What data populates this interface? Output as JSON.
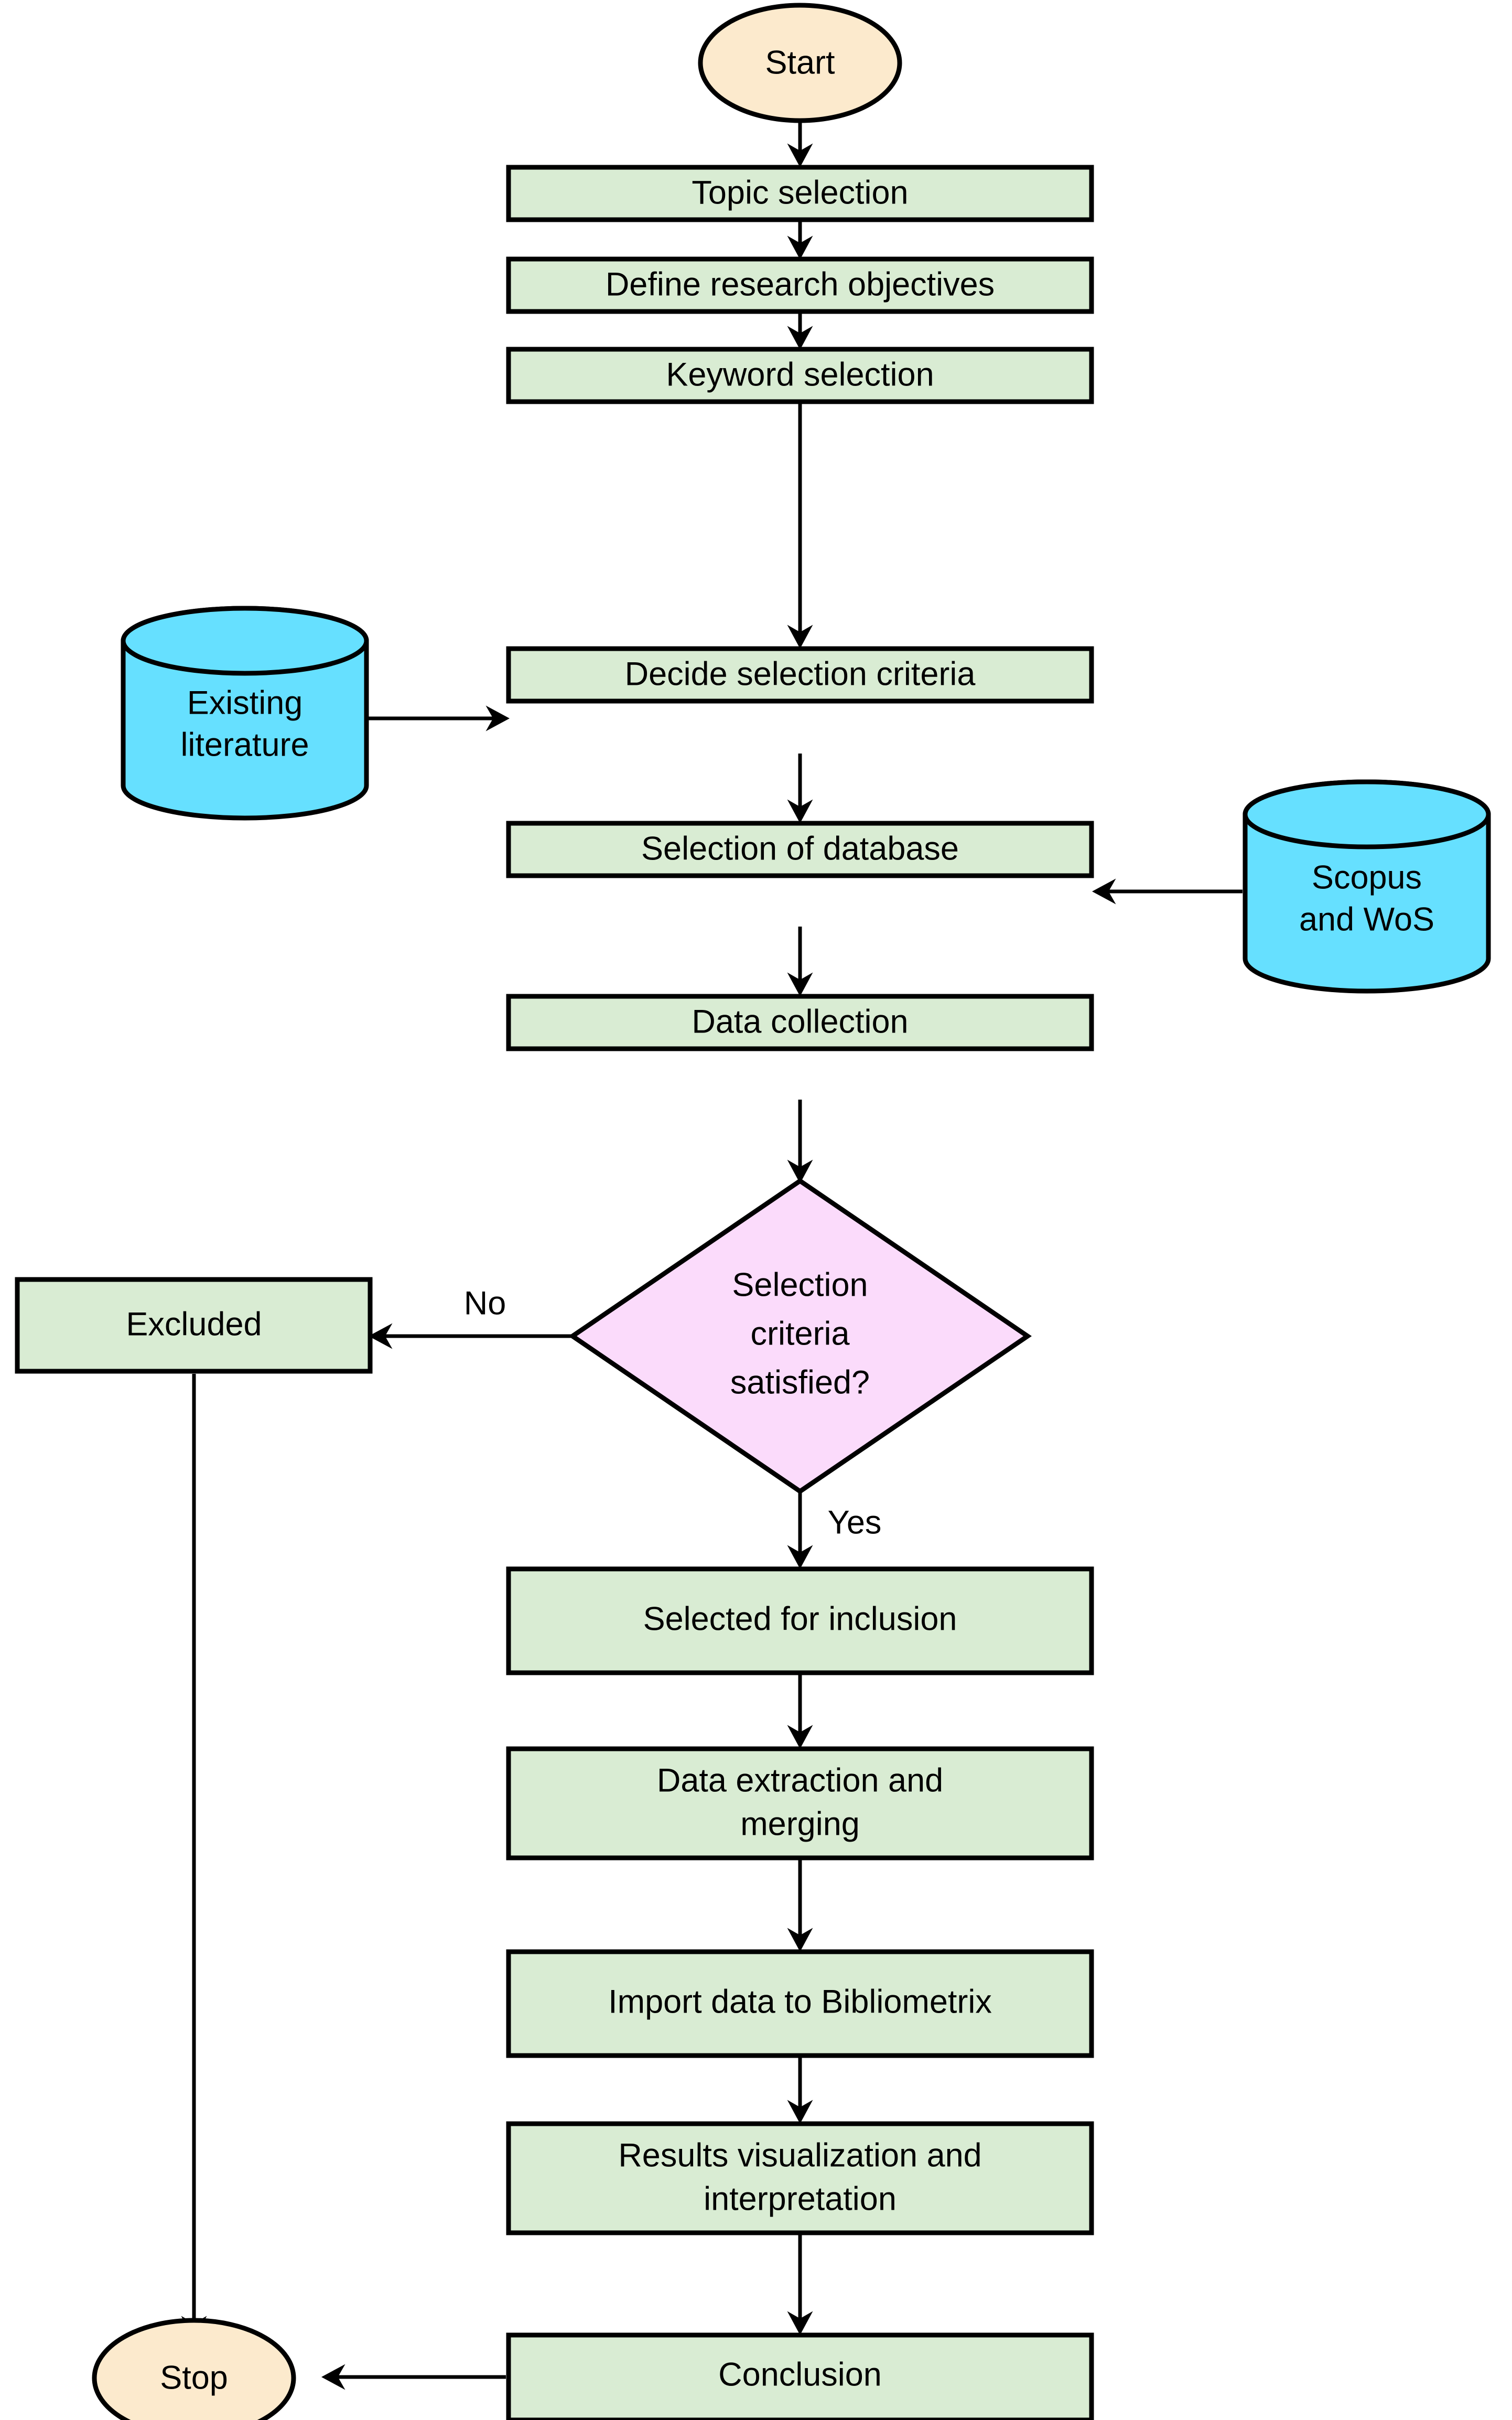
{
  "diagram": {
    "title": "Bibliometric research methodology flowchart",
    "palette": {
      "process_fill": "#d9ecd3",
      "terminator_fill": "#fceacd",
      "decision_fill": "#fbdbfb",
      "database_fill": "#66e0ff",
      "stroke": "#000000",
      "background": "#ffffff",
      "text": "#000000"
    },
    "nodes": [
      {
        "id": "start",
        "type": "terminator",
        "lines": [
          "Start"
        ]
      },
      {
        "id": "topic",
        "type": "process",
        "lines": [
          "Topic selection"
        ]
      },
      {
        "id": "objectives",
        "type": "process",
        "lines": [
          "Define research objectives"
        ]
      },
      {
        "id": "keyword",
        "type": "process",
        "lines": [
          "Keyword selection"
        ]
      },
      {
        "id": "criteria",
        "type": "process",
        "lines": [
          "Decide selection criteria"
        ]
      },
      {
        "id": "database",
        "type": "process",
        "lines": [
          "Selection of database"
        ]
      },
      {
        "id": "collection",
        "type": "process",
        "lines": [
          "Data collection"
        ]
      },
      {
        "id": "decision",
        "type": "decision",
        "lines": [
          "Selection",
          "criteria",
          "satisfied?"
        ]
      },
      {
        "id": "excluded",
        "type": "process",
        "lines": [
          "Excluded"
        ]
      },
      {
        "id": "included",
        "type": "process",
        "lines": [
          "Selected for inclusion"
        ]
      },
      {
        "id": "extraction",
        "type": "process",
        "lines": [
          "Data extraction and",
          "merging"
        ]
      },
      {
        "id": "import",
        "type": "process",
        "lines": [
          "Import data to Bibliometrix"
        ]
      },
      {
        "id": "results",
        "type": "process",
        "lines": [
          "Results visualization and",
          "interpretation"
        ]
      },
      {
        "id": "conclusion",
        "type": "process",
        "lines": [
          "Conclusion"
        ]
      },
      {
        "id": "stop",
        "type": "terminator",
        "lines": [
          "Stop"
        ]
      },
      {
        "id": "literature",
        "type": "database",
        "lines": [
          "Existing",
          "literature"
        ]
      },
      {
        "id": "scopus",
        "type": "database",
        "lines": [
          "Scopus",
          "and WoS"
        ]
      }
    ],
    "edges": [
      {
        "from": "start",
        "to": "topic",
        "label": ""
      },
      {
        "from": "topic",
        "to": "objectives",
        "label": ""
      },
      {
        "from": "objectives",
        "to": "keyword",
        "label": ""
      },
      {
        "from": "keyword",
        "to": "criteria",
        "label": ""
      },
      {
        "from": "literature",
        "to": "criteria",
        "label": ""
      },
      {
        "from": "criteria",
        "to": "database",
        "label": ""
      },
      {
        "from": "scopus",
        "to": "database",
        "label": ""
      },
      {
        "from": "database",
        "to": "collection",
        "label": ""
      },
      {
        "from": "collection",
        "to": "decision",
        "label": ""
      },
      {
        "from": "decision",
        "to": "excluded",
        "label": "No"
      },
      {
        "from": "decision",
        "to": "included",
        "label": "Yes"
      },
      {
        "from": "included",
        "to": "extraction",
        "label": ""
      },
      {
        "from": "extraction",
        "to": "import",
        "label": ""
      },
      {
        "from": "import",
        "to": "results",
        "label": ""
      },
      {
        "from": "results",
        "to": "conclusion",
        "label": ""
      },
      {
        "from": "conclusion",
        "to": "stop",
        "label": ""
      },
      {
        "from": "excluded",
        "to": "stop",
        "label": ""
      }
    ],
    "edge_labels": {
      "no": "No",
      "yes": "Yes"
    },
    "labels": {
      "start": "Start",
      "topic": "Topic selection",
      "objectives": "Define research objectives",
      "keyword": "Keyword selection",
      "criteria": "Decide selection criteria",
      "database": "Selection of database",
      "collection": "Data collection",
      "decision_l1": "Selection",
      "decision_l2": "criteria",
      "decision_l3": "satisfied?",
      "excluded": "Excluded",
      "included": "Selected for inclusion",
      "extraction_l1": "Data extraction and",
      "extraction_l2": "merging",
      "import": "Import data to Bibliometrix",
      "results_l1": "Results visualization and",
      "results_l2": "interpretation",
      "conclusion": "Conclusion",
      "stop": "Stop",
      "literature_l1": "Existing",
      "literature_l2": "literature",
      "scopus_l1": "Scopus",
      "scopus_l2": "and WoS"
    }
  }
}
